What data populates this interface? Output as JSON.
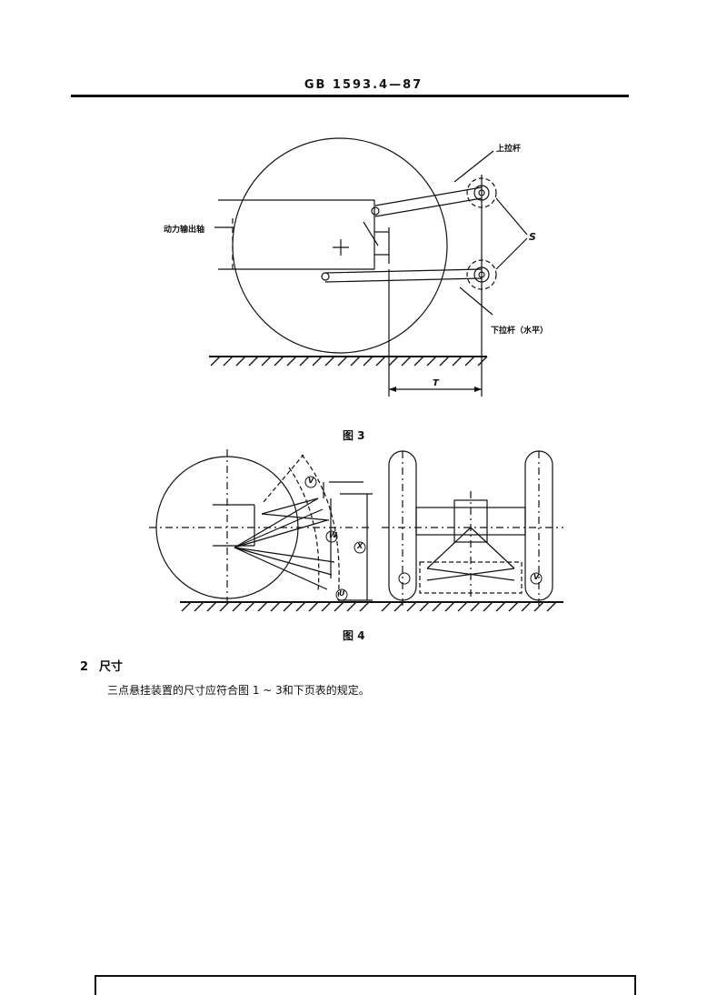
{
  "header": {
    "standard_code": "GB 1593.4—87"
  },
  "figure3": {
    "label_upper_link": "上拉杆",
    "label_pto_shaft": "动力输出轴",
    "label_lower_link": "下拉杆（水平）",
    "label_S": "S",
    "label_T": "T",
    "caption": "图 3"
  },
  "figure4": {
    "caption": "图 4",
    "marks": [
      "V",
      "W",
      "X",
      "U",
      "V"
    ]
  },
  "section": {
    "number": "2",
    "title": "尺寸"
  },
  "paragraph": {
    "text": "三点悬挂装置的尺寸应符合图 1 ~ 3和下页表的规定。"
  }
}
